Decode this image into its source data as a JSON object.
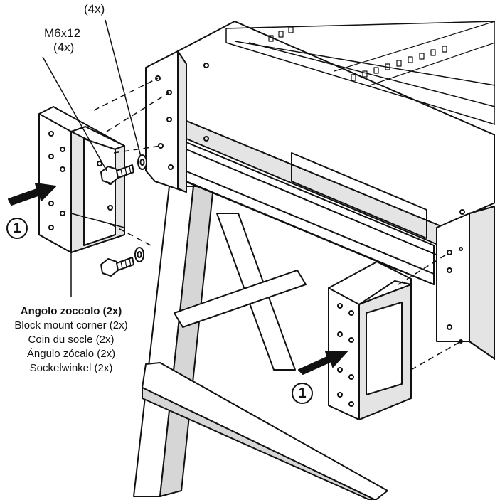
{
  "labels": {
    "top_qty": "(4x)",
    "screw_name": "M6x12",
    "screw_qty": "(4x)"
  },
  "legend": {
    "it": "Angolo zoccolo (2x)",
    "en": "Block mount corner (2x)",
    "fr": "Coin du socle (2x)",
    "es": "Ángulo zócalo (2x)",
    "de": "Sockelwinkel (2x)"
  },
  "callouts": {
    "step_left": "1",
    "step_right": "1"
  },
  "colors": {
    "line": "#111111",
    "panel_light": "#ffffff",
    "panel_shade": "#e4e4e4",
    "panel_dark": "#c8c8c8"
  }
}
